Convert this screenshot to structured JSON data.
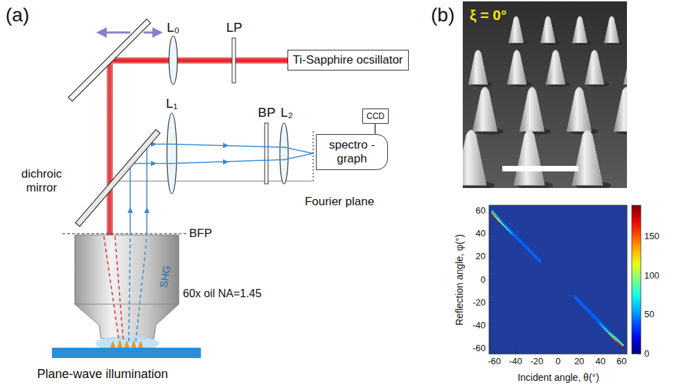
{
  "diagram": {
    "nodes": [
      {
        "text": [
          "Ti-Sapphire ocsillator"
        ]
      },
      {
        "text": [
          "CCD"
        ]
      },
      {
        "text": [
          "spectro -graph"
        ]
      }
    ],
    "edges": [
      {
        "from": 2,
        "to": 1,
        "arrow": "none"
      }
    ],
    "labels": [
      "(a)",
      "L₀",
      "LP",
      "L₁",
      "BP",
      "L₂",
      "dichroic mirror",
      "BFP",
      "Fourier plane",
      "60x oil NA=1.45",
      "SHG",
      "Plane-wave illumination",
      "(b)",
      "ξ = 0°",
      "Reflection angle, φ(°)",
      "60",
      "40",
      "20",
      "0",
      "-20",
      "-40",
      "-60",
      "Incident angle, θ(°)",
      "-60",
      "-40",
      "-20",
      "0",
      "20",
      "40",
      "60",
      "150",
      "100",
      "50",
      "0"
    ]
  }
}
